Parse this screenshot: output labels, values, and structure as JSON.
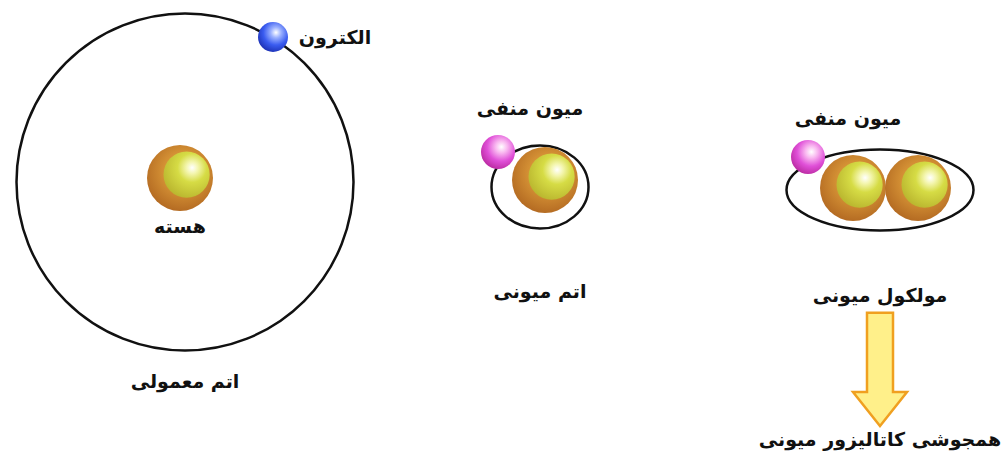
{
  "diagram": {
    "nodes": [
      {
        "text": [
          "اتم معمولی"
        ]
      },
      {
        "text": [
          "هسته"
        ],
        "in": 0
      },
      {
        "text": [
          "اتم میونی"
        ]
      },
      {
        "text": [
          "مولکول میونی"
        ]
      },
      {
        "text": [
          "همجوشی کاتالیزور میونی"
        ]
      }
    ],
    "edges": [
      {
        "from": 3,
        "to": 4,
        "arrow": "to"
      }
    ],
    "labels": [
      "الکترون",
      "میون منفی",
      "میون منفی"
    ]
  }
}
